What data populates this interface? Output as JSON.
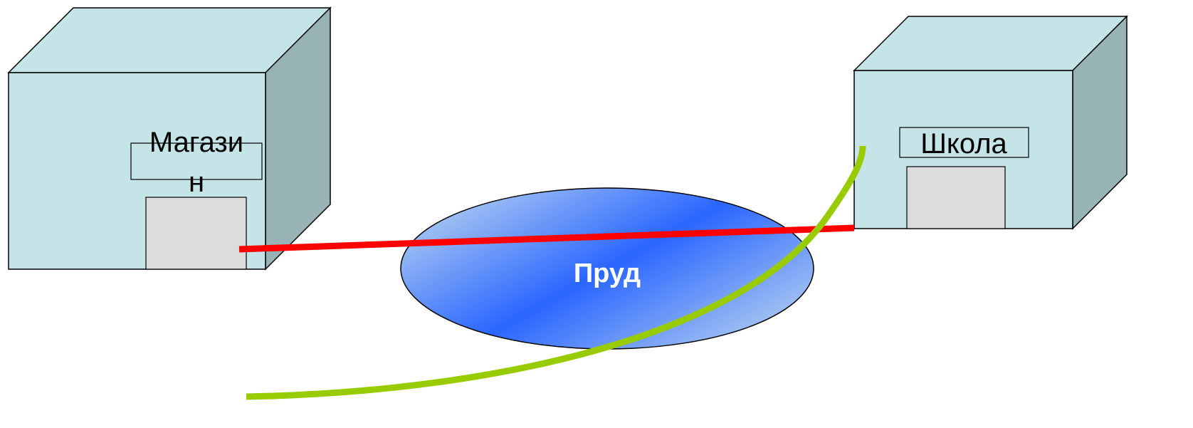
{
  "diagram": {
    "shop": {
      "sign_line1": "Магази",
      "sign_line2": "н"
    },
    "school": {
      "sign": "Школа"
    },
    "pond": {
      "label": "Пруд"
    },
    "colors": {
      "building_front": "#c5e4e7",
      "building_top": "#c5e4e7",
      "building_side": "#97b3b5",
      "door": "#dcdcdc",
      "outline": "#000000",
      "pond_light": "#a3c6ee",
      "pond_dark": "#2a66ff",
      "straight_path": "#ff0000",
      "curved_path": "#99cc00"
    }
  }
}
